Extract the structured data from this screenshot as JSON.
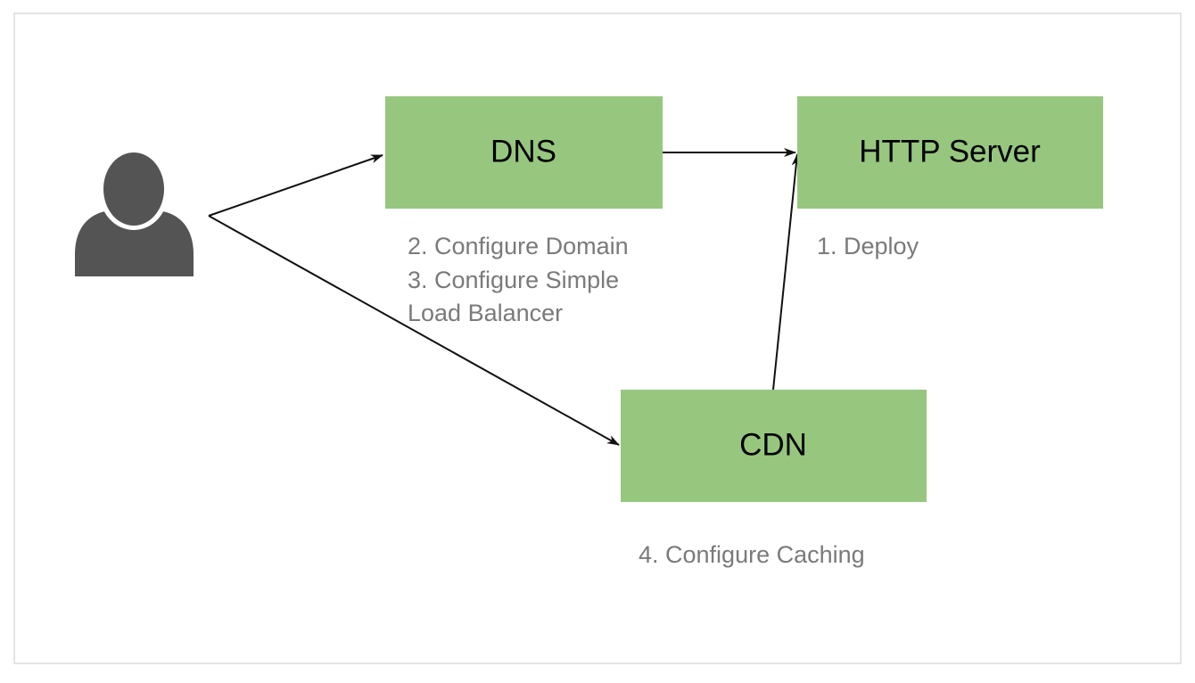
{
  "colors": {
    "node_fill": "#97c77f",
    "arrow": "#111111",
    "note_text": "#7a7a7a",
    "user_icon": "#545454",
    "frame_border": "#dcdcdc"
  },
  "user": {
    "icon": "user-icon"
  },
  "nodes": {
    "dns": {
      "label": "DNS"
    },
    "http_server": {
      "label": "HTTP Server"
    },
    "cdn": {
      "label": "CDN"
    }
  },
  "notes": {
    "dns": [
      "2. Configure Domain",
      "3. Configure Simple",
      "Load Balancer"
    ],
    "http_server": [
      "1. Deploy"
    ],
    "cdn": [
      "4. Configure Caching"
    ]
  },
  "edges": [
    {
      "from": "user",
      "to": "dns"
    },
    {
      "from": "user",
      "to": "cdn"
    },
    {
      "from": "dns",
      "to": "http_server"
    },
    {
      "from": "cdn",
      "to": "http_server"
    }
  ]
}
